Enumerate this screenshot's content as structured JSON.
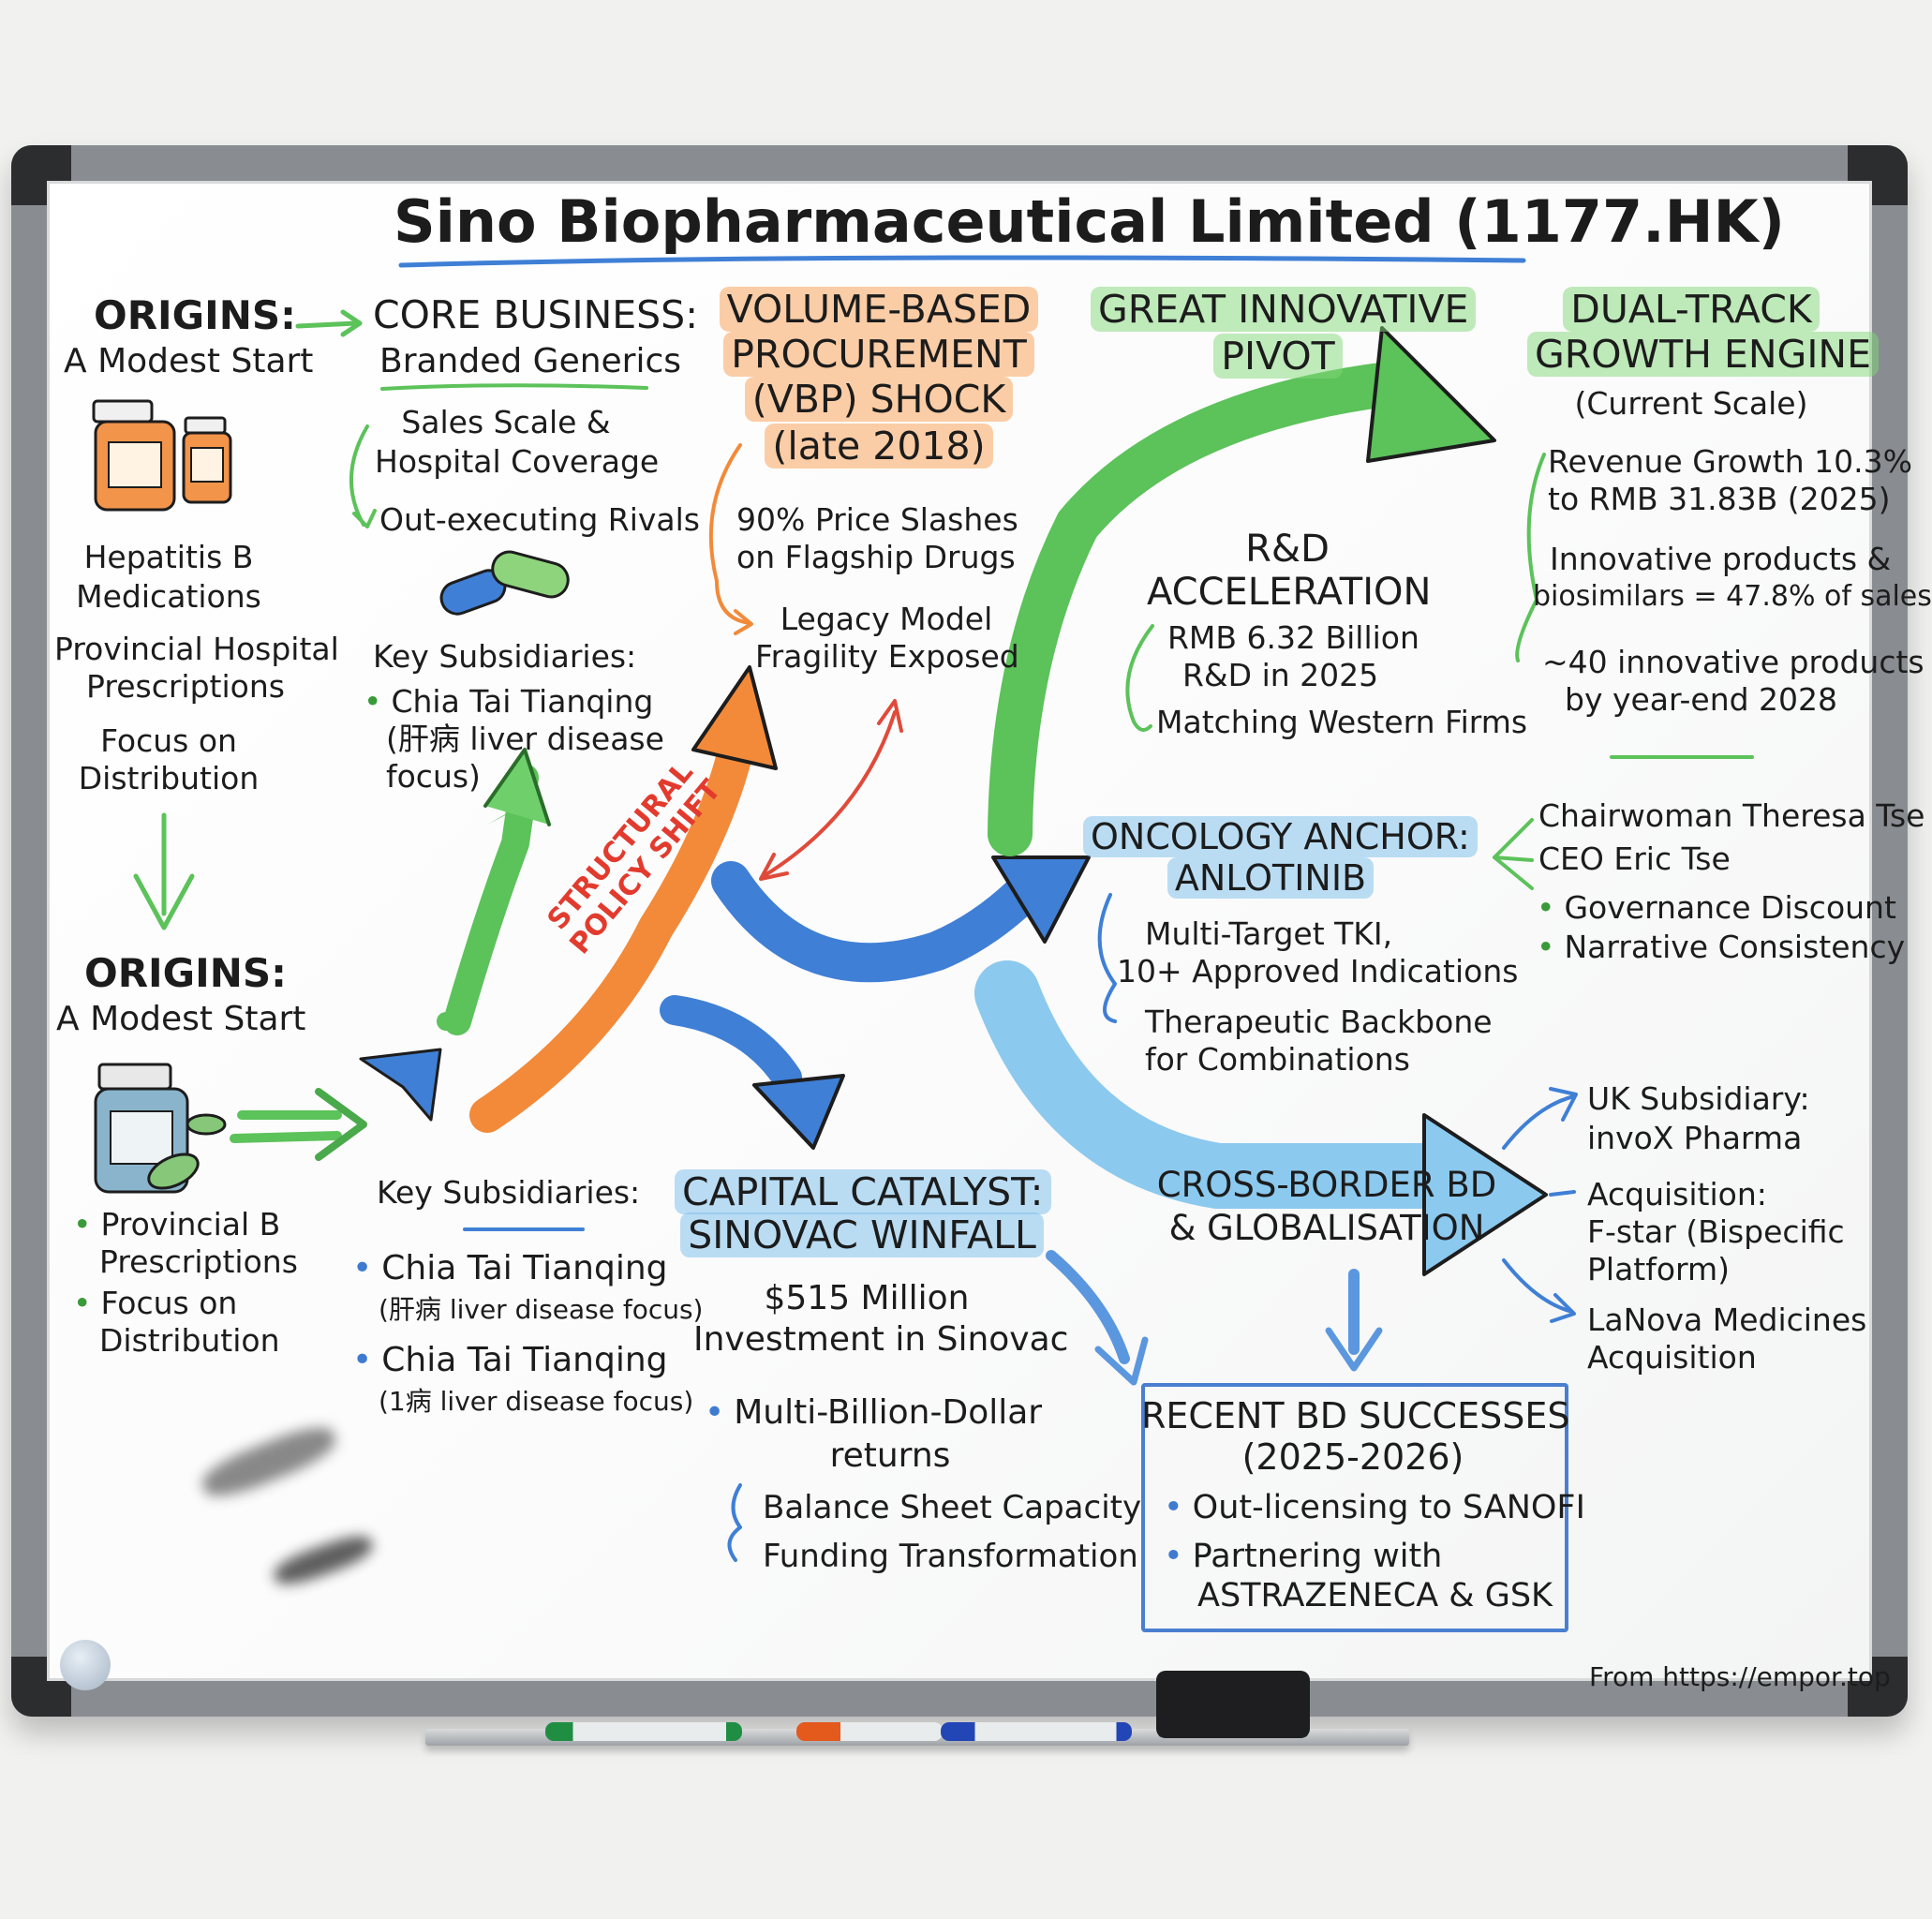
{
  "title": "Sino Biopharmaceutical Limited (1177.HK)",
  "origins_top": {
    "heading": "ORIGINS:",
    "subheading": "A Modest Start",
    "items": [
      "Hepatitis B",
      "Medications",
      "Provincial Hospital",
      "Prescriptions",
      "Focus on",
      "Distribution"
    ]
  },
  "origins_bottom": {
    "heading": "ORIGINS:",
    "subheading": "A Modest Start",
    "items": [
      "Provincial B",
      "Prescriptions",
      "Focus on",
      "Distribution"
    ]
  },
  "core_business": {
    "heading": "CORE BUSINESS:",
    "subheading": "Branded Generics",
    "items": [
      "Sales Scale &",
      "Hospital Coverage",
      "Out-executing Rivals"
    ],
    "subs_heading": "Key Subsidiaries:",
    "subs": [
      "Chia Tai Tianqing",
      "(肝病 liver disease",
      "focus)"
    ]
  },
  "subsidiaries_bottom": {
    "heading": "Key Subsidiaries:",
    "items": [
      {
        "name": "Chia Tai Tianqing",
        "note": "(肝病 liver disease focus)"
      },
      {
        "name": "Chia Tai Tianqing",
        "note": "(1病 liver disease focus)"
      }
    ]
  },
  "vbp": {
    "heading": [
      "VOLUME-BASED",
      "PROCUREMENT",
      "(VBP) SHOCK",
      "(late 2018)"
    ],
    "items": [
      "90% Price Slashes",
      "on Flagship Drugs",
      "Legacy Model",
      "Fragility Exposed"
    ]
  },
  "policy_label": [
    "STRUCTURAL",
    "POLICY SHIFT"
  ],
  "pivot": {
    "heading": [
      "GREAT INNOVATIVE",
      "PIVOT"
    ],
    "rd_heading": [
      "R&D",
      "ACCELERATION"
    ],
    "items": [
      "RMB 6.32 Billion",
      "R&D in 2025",
      "Matching Western Firms"
    ]
  },
  "dual_track": {
    "heading": [
      "DUAL-TRACK",
      "GROWTH ENGINE"
    ],
    "subheading": "(Current Scale)",
    "items": [
      "Revenue Growth 10.3%",
      "to RMB 31.83B (2025)",
      "Innovative products &",
      "biosimilars = 47.8% of sales",
      "~40 innovative products",
      "by year-end 2028"
    ]
  },
  "oncology": {
    "heading": [
      "ONCOLOGY ANCHOR:",
      "ANLOTINIB"
    ],
    "items": [
      "Multi-Target TKI,",
      "10+ Approved Indications",
      "Therapeutic Backbone",
      "for Combinations"
    ]
  },
  "governance": {
    "items": [
      "Chairwoman Theresa Tse",
      "CEO Eric Tse"
    ],
    "bullets": [
      "Governance Discount",
      "Narrative Consistency"
    ]
  },
  "capital": {
    "heading": [
      "CAPITAL CATALYST:",
      "SINOVAC WINFALL"
    ],
    "items": [
      "$515 Million",
      "Investment in Sinovac",
      "Multi-Billion-Dollar",
      "returns",
      "Balance Sheet Capacity",
      "Funding Transformation"
    ]
  },
  "crossborder": {
    "heading": [
      "CROSS-BORDER BD",
      "& GLOBALISATION"
    ],
    "items": [
      "UK Subsidiary:",
      "invoX Pharma",
      "Acquisition:",
      "F-star (Bispecific",
      "Platform)",
      "LaNova Medicines",
      "Acquisition"
    ]
  },
  "bd_successes": {
    "heading": [
      "RECENT BD SUCCESSES",
      "(2025-2026)"
    ],
    "items": [
      "Out-licensing to SANOFI",
      "Partnering with",
      "ASTRAZENECA & GSK"
    ]
  },
  "footer": "From https://empor.top",
  "colors": {
    "green": "#5cc25a",
    "orange": "#f28a3a",
    "blue": "#3f7fd6",
    "lightblue": "#8cc9ee",
    "red": "#e04a3a",
    "frame": "#898d92"
  }
}
